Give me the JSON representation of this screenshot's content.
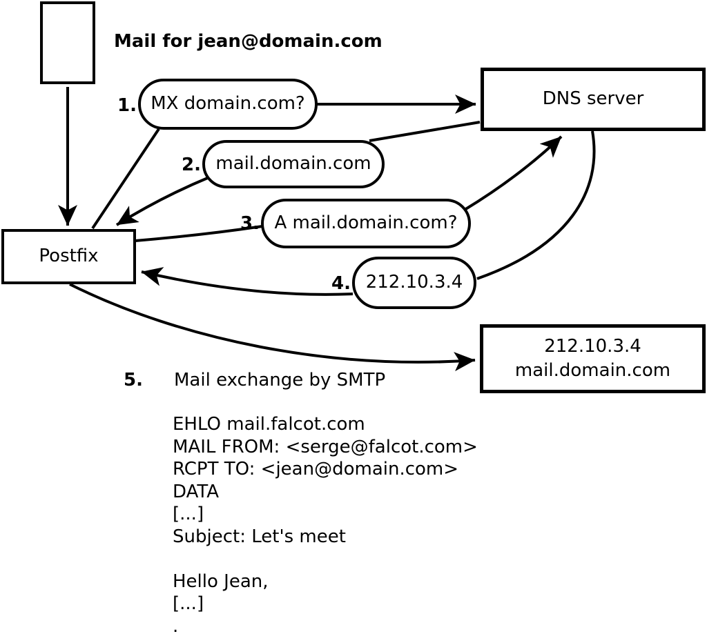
{
  "diagram": {
    "title_note": "Mail for jean@domain.com",
    "nodes": {
      "sender": "mail-envelope",
      "postfix": "Postfix",
      "dns": "DNS server",
      "target_line1": "212.10.3.4",
      "target_line2": "mail.domain.com"
    },
    "steps": [
      {
        "num": "1.",
        "label": "MX domain.com?"
      },
      {
        "num": "2.",
        "label": "mail.domain.com"
      },
      {
        "num": "3.",
        "label": "A mail.domain.com?"
      },
      {
        "num": "4.",
        "label": "212.10.3.4"
      },
      {
        "num": "5.",
        "label": "Mail exchange by SMTP"
      }
    ],
    "smtp_session": [
      "EHLO mail.falcot.com",
      "MAIL FROM: <serge@falcot.com>",
      "RCPT TO: <jean@domain.com>",
      "DATA",
      "[...]",
      "Subject: Let's meet",
      "",
      "Hello Jean,",
      "[...]",
      "."
    ]
  },
  "colors": {
    "ink": "#000000",
    "paper": "#ffffff"
  }
}
